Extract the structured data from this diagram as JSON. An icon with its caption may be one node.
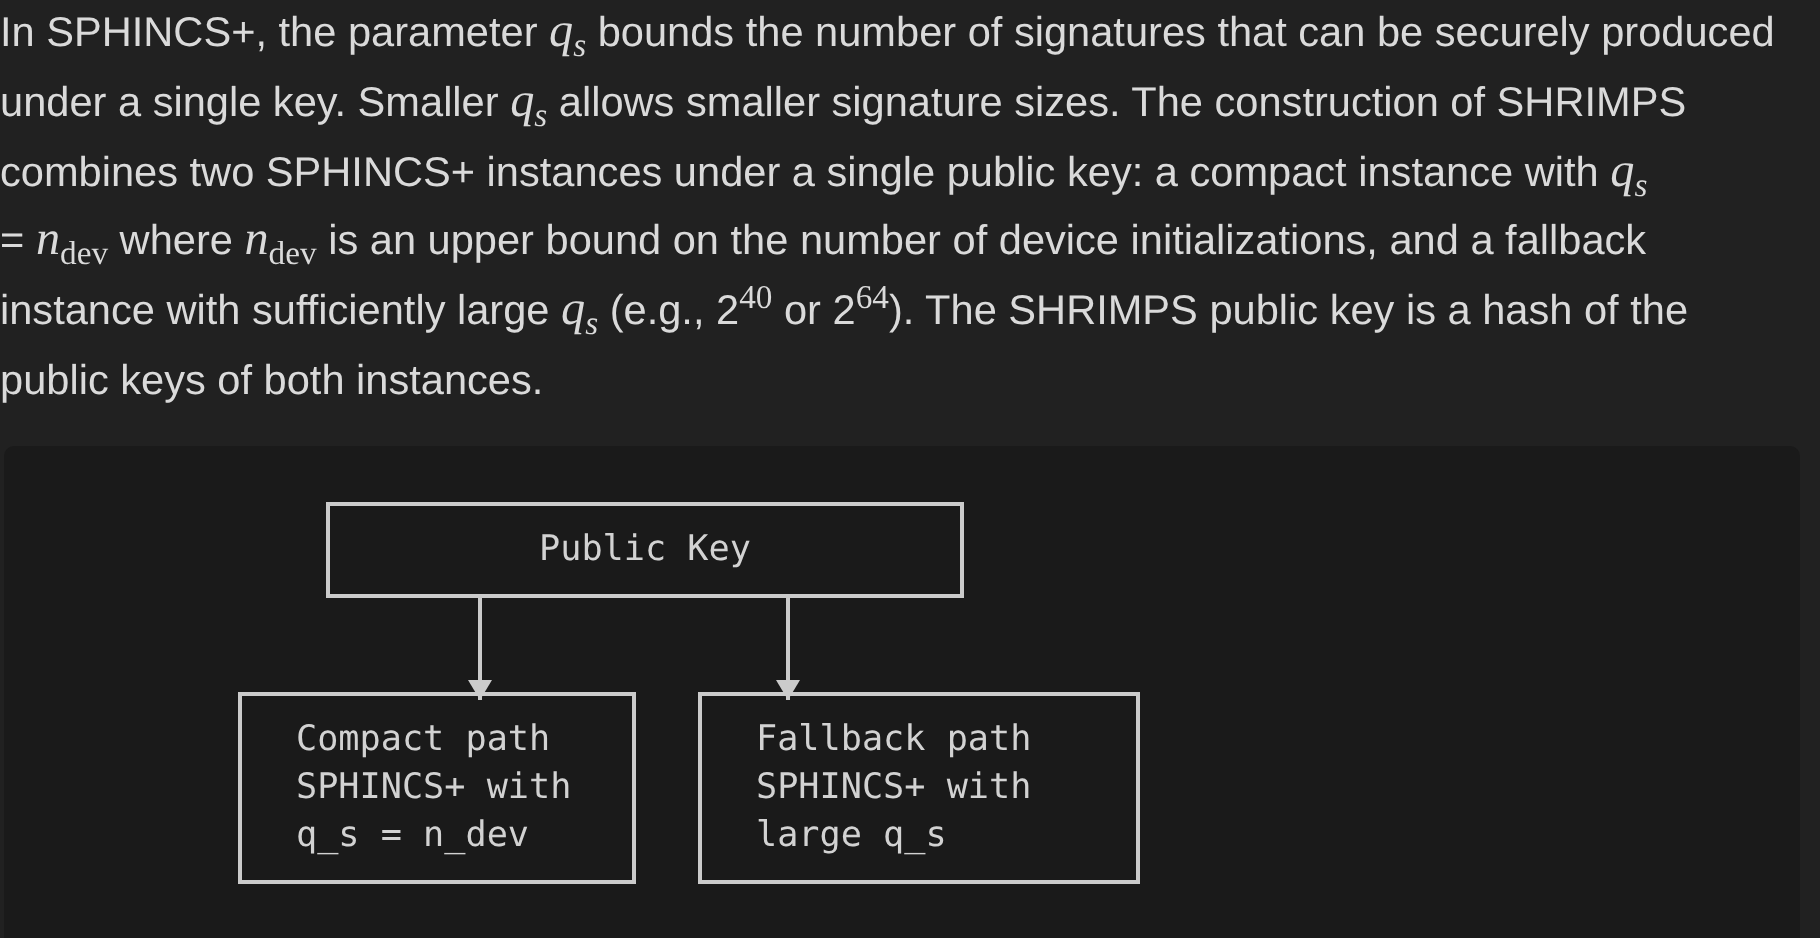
{
  "diagram": {
    "nodes": [
      {
        "text": [
          "Public Key"
        ]
      },
      {
        "text": [
          "Compact path SPHINCS+ with q_s = n_dev"
        ]
      },
      {
        "text": [
          "Fallback path SPHINCS+ with large q_s"
        ]
      }
    ],
    "edges": [
      {
        "from": 0,
        "to": 1,
        "arrow": "to"
      },
      {
        "from": 0,
        "to": 2,
        "arrow": "to"
      }
    ],
    "labels": [
      "In SPHINCS+, the parameter *q*$_{s}$ bounds the number of signatures that can be securely produced under a single key. Smaller *q*$_{s}$ allows smaller signature sizes. The construction of SHRIMPS combines two SPHINCS+ instances under a single public key: a compact instance with *q*$_{s}$ = *n*$_{dev}$ where *n*$_{dev}$ is an upper bound on the number of device initializations, and a fallback instance with sufficiently large *q*$_{s}$ (e.g., 2$^{40}$ or 2$^{64}$). The SHRIMPS public key is a hash of the public keys of both instances."
    ]
  }
}
